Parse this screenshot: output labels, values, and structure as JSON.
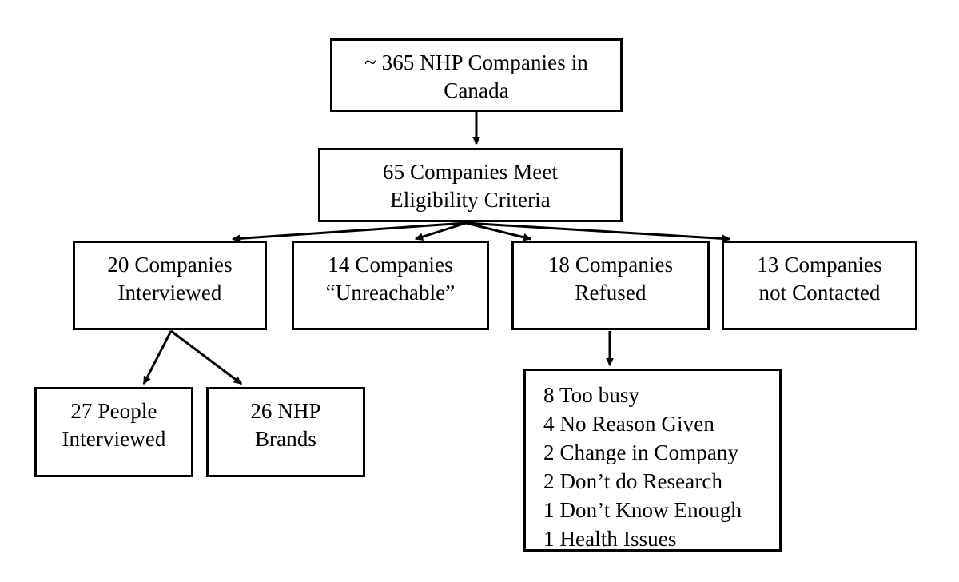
{
  "diagram": {
    "title": "NHP Companies Recruitment Flow",
    "stroke_color": "#000000",
    "background_color": "#ffffff",
    "nodes": {
      "total": {
        "lines": [
          "~ 365 NHP Companies in",
          "Canada"
        ]
      },
      "eligible": {
        "lines": [
          "65 Companies Meet",
          "Eligibility Criteria"
        ]
      },
      "interviewed": {
        "lines": [
          "20 Companies",
          "Interviewed"
        ]
      },
      "unreachable": {
        "lines": [
          "14 Companies",
          "“Unreachable”"
        ]
      },
      "refused": {
        "lines": [
          "18 Companies",
          "Refused"
        ]
      },
      "not_contacted": {
        "lines": [
          "13 Companies",
          "not Contacted"
        ]
      },
      "people_interviewed": {
        "lines": [
          "27 People",
          "Interviewed"
        ]
      },
      "nhp_brands": {
        "lines": [
          "26 NHP",
          "Brands"
        ]
      },
      "refusal_reasons": {
        "lines": [
          "8 Too busy",
          "4 No Reason Given",
          "2 Change in Company",
          "2 Don’t do Research",
          "1 Don’t Know Enough",
          "1 Health Issues"
        ]
      }
    },
    "edges": [
      {
        "name": "total-to-eligible",
        "from": "total",
        "to": "eligible"
      },
      {
        "name": "eligible-to-interviewed",
        "from": "eligible",
        "to": "interviewed"
      },
      {
        "name": "eligible-to-unreachable",
        "from": "eligible",
        "to": "unreachable"
      },
      {
        "name": "eligible-to-refused",
        "from": "eligible",
        "to": "refused"
      },
      {
        "name": "eligible-to-not-contacted",
        "from": "eligible",
        "to": "not_contacted"
      },
      {
        "name": "interviewed-to-people",
        "from": "interviewed",
        "to": "people_interviewed"
      },
      {
        "name": "interviewed-to-brands",
        "from": "interviewed",
        "to": "nhp_brands"
      },
      {
        "name": "refused-to-reasons",
        "from": "refused",
        "to": "refusal_reasons"
      }
    ]
  }
}
